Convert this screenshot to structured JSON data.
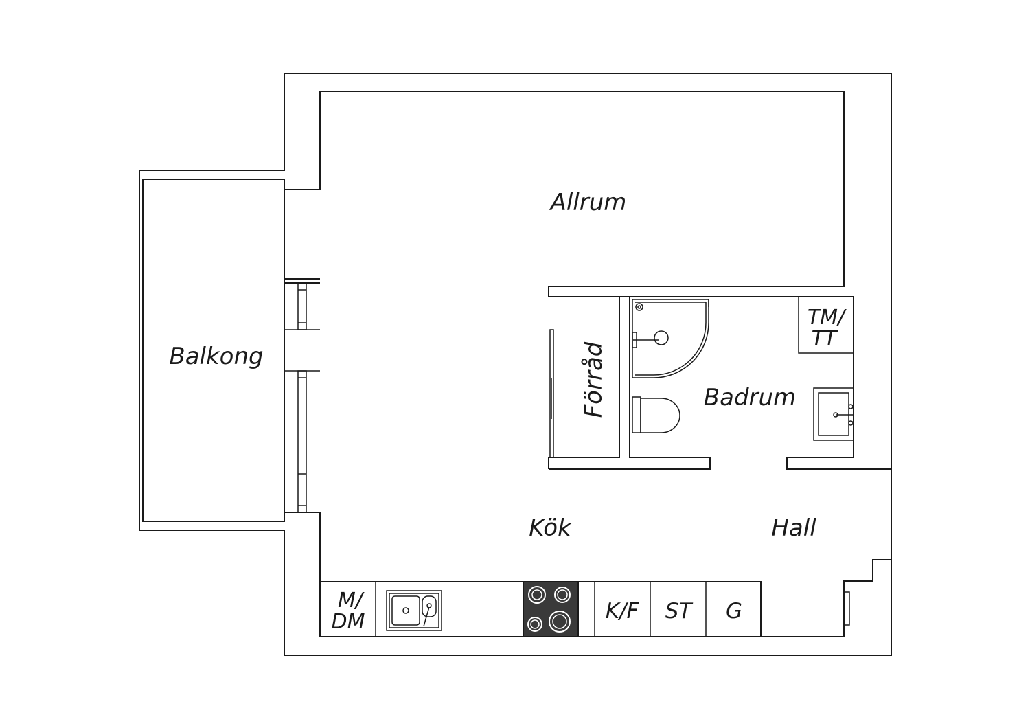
{
  "rooms": {
    "allrum": "Allrum",
    "balkong": "Balkong",
    "forrad": "Förråd",
    "badrum": "Badrum",
    "kok": "Kök",
    "hall": "Hall"
  },
  "appliances": {
    "microwave_line1": "M/",
    "microwave_line2": "DM",
    "fridge_freezer": "K/F",
    "cabinet": "ST",
    "g": "G",
    "washer_line1": "TM/",
    "washer_line2": "TT"
  },
  "colors": {
    "line": "#1a1a1a",
    "stove": "#3a3a3a",
    "background": "#ffffff"
  }
}
